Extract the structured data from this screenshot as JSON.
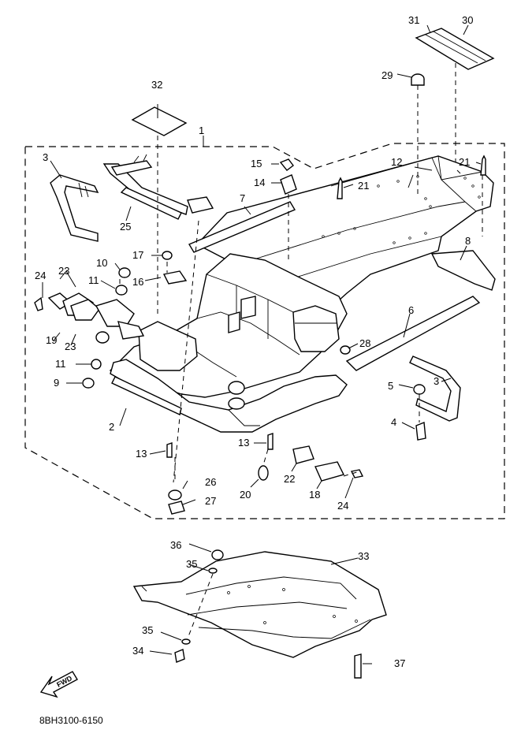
{
  "diagram": {
    "code": "8BH3100-6150",
    "fwd_label": "FWD",
    "callouts": {
      "c1": "1",
      "c2": "2",
      "c3a": "3",
      "c3b": "3",
      "c4": "4",
      "c5": "5",
      "c6": "6",
      "c7": "7",
      "c8": "8",
      "c9": "9",
      "c10": "10",
      "c11a": "11",
      "c11b": "11",
      "c12": "12",
      "c13a": "13",
      "c13b": "13",
      "c14": "14",
      "c15": "15",
      "c16": "16",
      "c17": "17",
      "c18": "18",
      "c19": "19",
      "c20": "20",
      "c21a": "21",
      "c21b": "21",
      "c22": "22",
      "c23a": "23",
      "c23b": "23",
      "c24a": "24",
      "c24b": "24",
      "c25": "25",
      "c26": "26",
      "c27": "27",
      "c28": "28",
      "c29": "29",
      "c30": "30",
      "c31": "31",
      "c32": "32",
      "c33": "33",
      "c34": "34",
      "c35a": "35",
      "c35b": "35",
      "c36": "36",
      "c37": "37"
    }
  }
}
